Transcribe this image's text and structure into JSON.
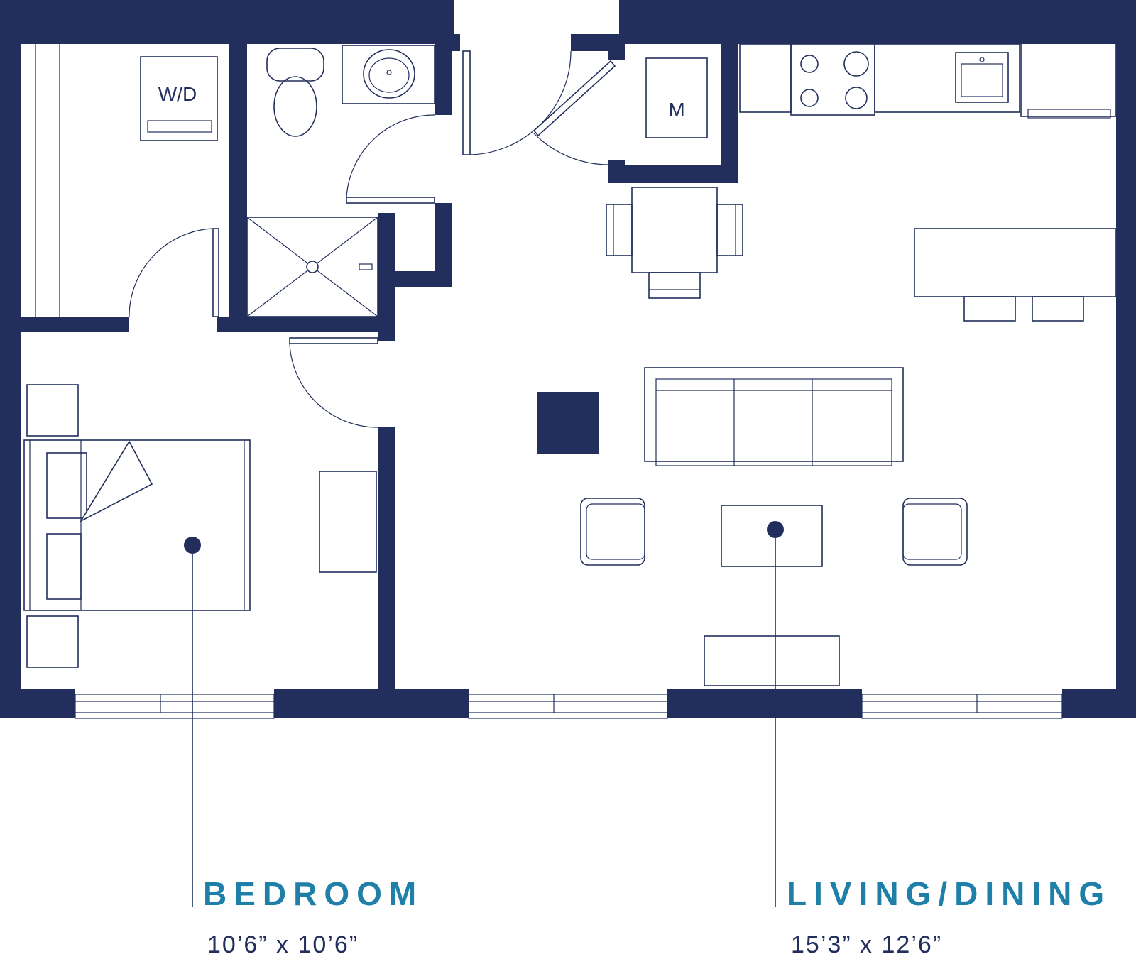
{
  "colors": {
    "wall": "#222f5c",
    "label": "#1e80a8",
    "dimension": "#222f5c"
  },
  "appliances": {
    "washer_dryer": "W/D",
    "mechanical": "M"
  },
  "rooms": [
    {
      "name": "BEDROOM",
      "dimensions": "10’6” x 10’6”"
    },
    {
      "name": "LIVING/DINING",
      "dimensions": "15’3” x 12’6”"
    }
  ]
}
